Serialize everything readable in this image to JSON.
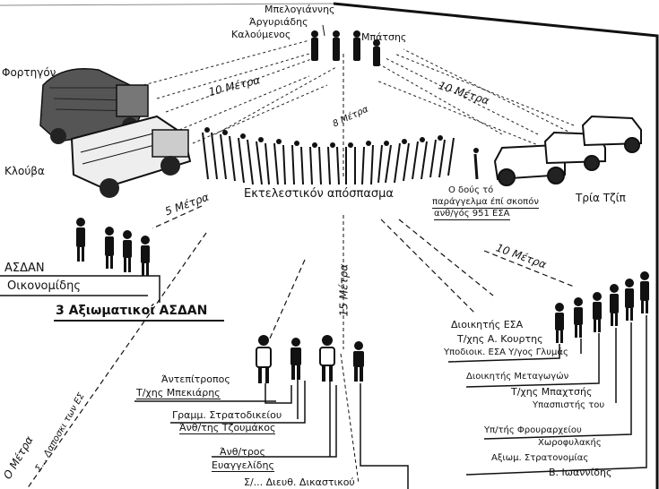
{
  "names_top": {
    "n1": "Μπελογιάννης",
    "n2": "Άργυριάδης",
    "n3": "Καλούμενος",
    "n4": "Μπάτσης"
  },
  "vehicles": {
    "truck_label": "Φορτηγόν",
    "cage_label": "Κλούβα",
    "jeeps_label": "Τρία Τζίπ"
  },
  "distances": {
    "d_10_left": "10 Μέτρα",
    "d_8": "8 Μέτρα",
    "d_10_right": "10 Μέτρα",
    "d_5": "5 Μέτρα",
    "d_15": "15 Μέτρα",
    "d_10_lower": "10 Μέτρα",
    "d_bottom_left": "Ο Μέτρα"
  },
  "firing_squad": "Εκτελεστικόν απόσπασμα",
  "command": {
    "line1": "Ο δούς τό",
    "line2": "παράγγελμα έπί σκοπόν",
    "line3": "ανθ/γός 951 ΕΣΑ"
  },
  "asdan": {
    "line1": "ΑΣΔΑΝ",
    "line2": "Οικονομίδης",
    "officers": "3 Αξιωματικοί ΑΣΔΑΝ"
  },
  "center_group": {
    "l1": "Άντεπίτροπος",
    "l2": "Τ/χης Μπεκιάρης",
    "l3": "Γραμμ. Στρατοδικείου",
    "l4": "Άνθ/της Τζουμάκος",
    "l5": "Άνθ/τρος",
    "l6": "Ευαγγελίδης",
    "l7": "Σ/... Διευθ. Δικαστικού"
  },
  "right_group": {
    "r1": "Διοικητής ΕΣΑ",
    "r2": "Τ/χης Α. Κουρτης",
    "r3": "Υποδιοικ. ΕΣΑ Υ/γος Γλυμάς",
    "r4": "Διοικητής Μεταγωγών",
    "r5": "Τ/χης Μπαχτσής",
    "r6": "Υπασπιστής του",
    "r7": "Υπ/τής Φρουραρχείου",
    "r8": "Χωροφυλακής",
    "r9": "Αξιωμ. Στρατονομίας",
    "r10": "Β. Ιωαννίδης"
  },
  "left_diag": "Σ... Λαποσκι των ΕΣ"
}
